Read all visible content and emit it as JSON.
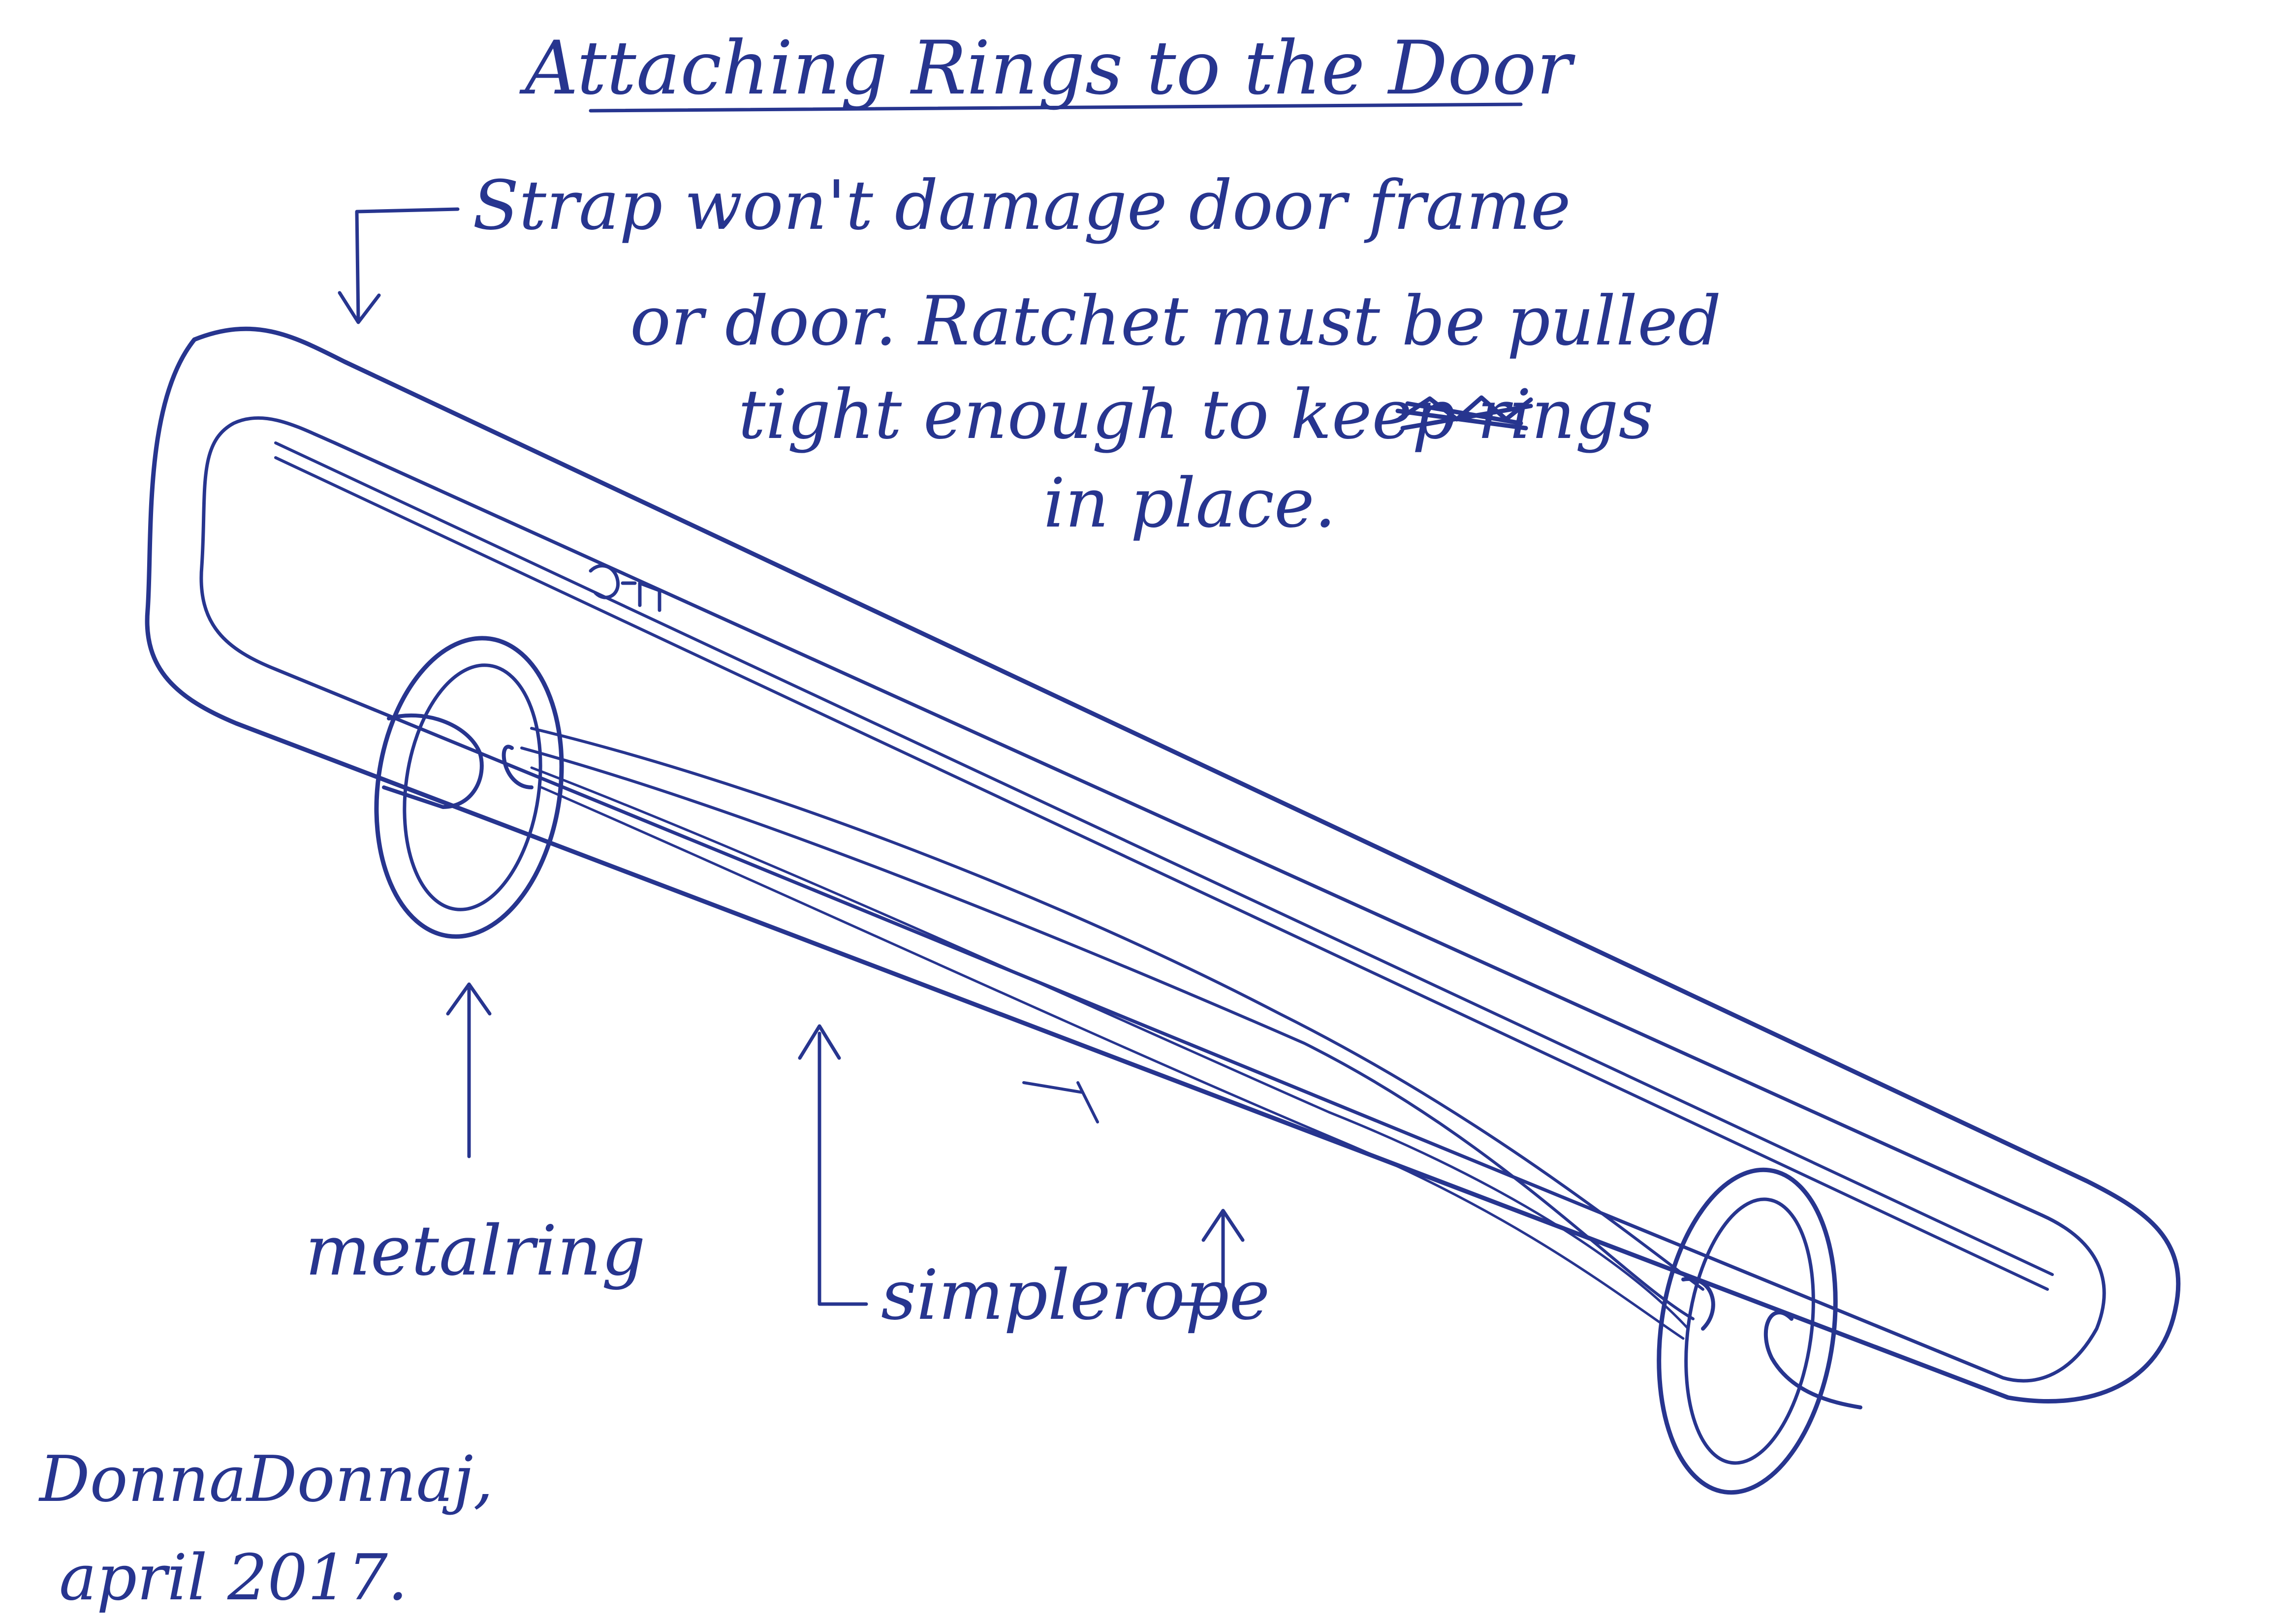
{
  "title": "Attaching Rings to the Door",
  "note": {
    "line1": "Strap won't damage door frame",
    "line2": "or door. Ratchet must be pulled",
    "line3": "tight enough to keep rings",
    "line4": "in place."
  },
  "labels": {
    "metal_ring": "metalring",
    "simple_rope": "simplerope"
  },
  "signature": {
    "name": "DonnaDonnaj,",
    "date": "april 2017."
  },
  "colors": {
    "ink": "#27358f",
    "paper": "#ffffff"
  }
}
